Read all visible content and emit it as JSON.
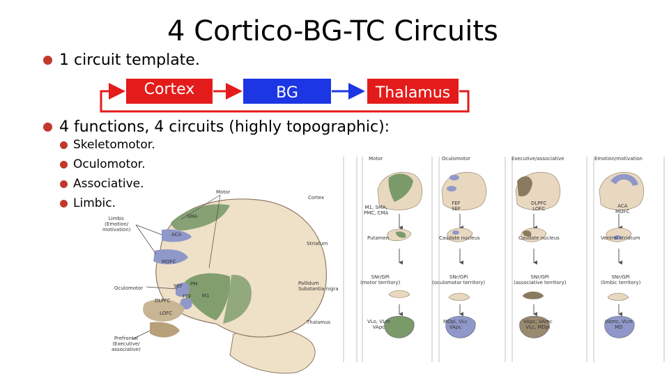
{
  "title": "4 Cortico-BG-TC Circuits",
  "bullets": {
    "template": "1 circuit template.",
    "functions": "4 functions, 4 circuits (highly topographic):"
  },
  "functions_list": [
    "Skeletomotor.",
    "Oculomotor.",
    "Associative.",
    "Limbic."
  ],
  "flow_boxes": {
    "cortex": "Cortex",
    "bg": "BG",
    "thalamus": "Thalamus"
  },
  "colors": {
    "red": "#e41b1b",
    "blue": "#1c36e4",
    "bullet": "#c0392b",
    "green": "#7b9a6a",
    "lilac": "#8f98c8",
    "tan": "#d9c8a8"
  },
  "brain_labels": {
    "motor": "Motor",
    "limbic": "Limbic\n(Emotion/\nmotivation)",
    "sma": "SMA",
    "aca": "ACA",
    "mofc": "MOFC",
    "oculomotor": "Oculomotor",
    "sef": "SEF",
    "pm": "PM",
    "fef": "FEF",
    "m1": "M1",
    "dlpfc": "DLPFC",
    "lofc": "LOFC",
    "prefrontal": "Prefrontal\n(Executive/\nassociative)"
  },
  "circuit_panel": {
    "columns": [
      "Motor",
      "Oculomotor",
      "Executive/associative",
      "Emotion/motivation"
    ],
    "rows": [
      "Cortex",
      "Striatum",
      "Pallidum\nSubstantia nigra",
      "Thalamus"
    ],
    "cortex_labels": [
      "M1, SMA,\nPMC, CMA",
      "FEF\nSEF",
      "DLPFC\nLOFC",
      "ACA\nMOFC"
    ],
    "striatum_labels": [
      "Putamen",
      "Caudate nucleus",
      "Caudate nucleus",
      "Ventral striatum"
    ],
    "pallidum_labels": [
      "SNr/GPi\n(motor territory)",
      "SNr/GPi\n(oculomotor territory)",
      "SNr/GPi\n(associative territory)",
      "SNr/GPi\n(limbic territory)"
    ],
    "thalamus_labels": [
      "VLo, VLm\nVApc",
      "MDpl, VLc\nVApc",
      "VApc, VAmc\nVLc, MDpl",
      "VAmc, VLm\nMD"
    ]
  }
}
